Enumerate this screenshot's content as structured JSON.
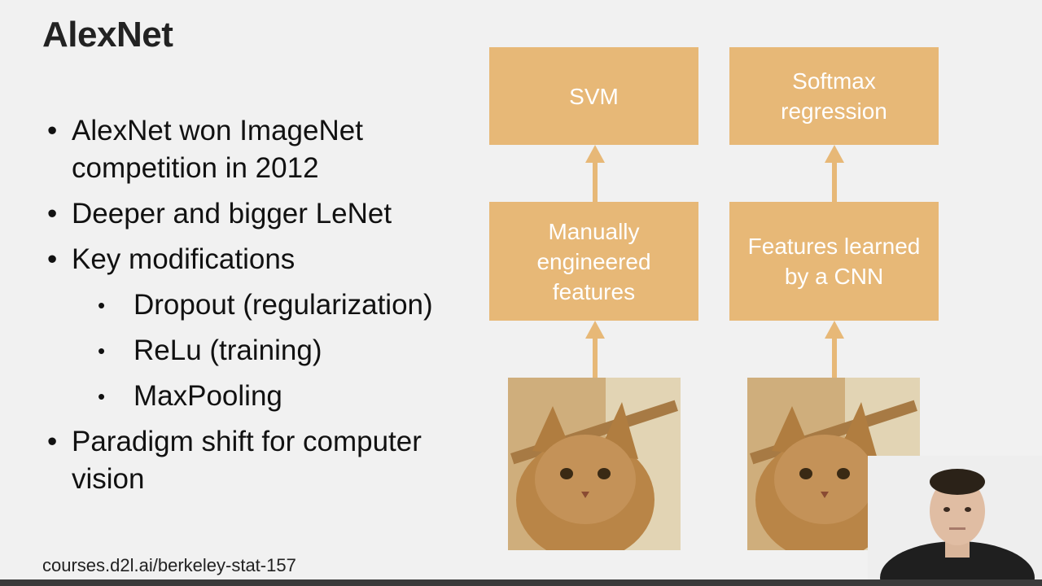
{
  "slide": {
    "title": "AlexNet",
    "bullets": [
      "AlexNet won ImageNet competition in 2012",
      "Deeper and bigger LeNet",
      "Key modifications"
    ],
    "sub_bullets": [
      "Dropout (regularization)",
      "ReLu (training)",
      "MaxPooling"
    ],
    "last_bullet": "Paradigm shift for computer vision",
    "bullet_glyph": "•",
    "footer": "courses.d2l.ai/berkeley-stat-157"
  },
  "diagram": {
    "left": {
      "top_box": "SVM",
      "mid_box": "Manually\nengineered\nfeatures"
    },
    "right": {
      "top_box": "Softmax\nregression",
      "mid_box": "Features learned\nby a CNN"
    },
    "box_color": "#e7b877"
  }
}
